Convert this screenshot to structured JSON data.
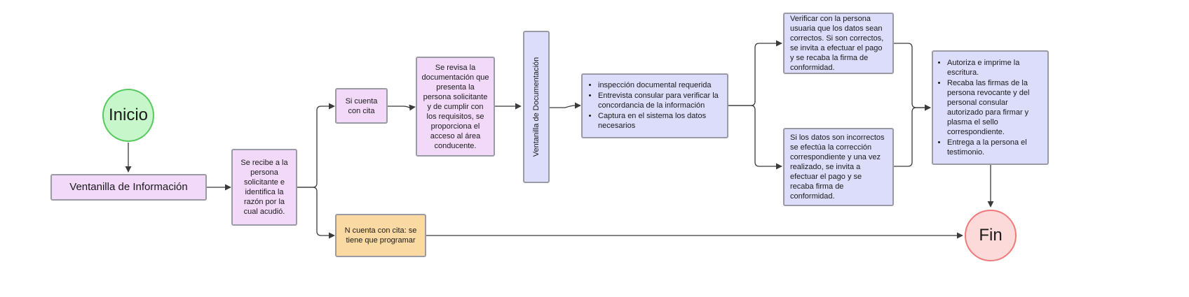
{
  "nodes": {
    "inicio": "Inicio",
    "ventanilla_info": "Ventanilla de Información",
    "recibe": "Se recibe a la persona solicitante e identifica la razón por la cual acudió.",
    "si_cita": "Si cuenta con cita",
    "no_cita": "N cuenta con cita: se tiene que programar",
    "revisa": "Se revisa la documentación que presenta la persona solicitante y de cumplir con los requisitos, se proporciona el acceso al área conducente.",
    "ventanilla_doc": "Ventanilla de Documentación",
    "inspeccion": [
      "inspección documental requerida",
      "Entrevista consular para verificar la concordancia de la información",
      "Captura en el sistema los datos necesarios"
    ],
    "verificar": "Verificar con la persona usuaria que los datos sean correctos. Si son correctos, se invita a efectuar el pago y se recaba la firma de conformidad.",
    "incorrectos": "Si los datos son incorrectos se efectúa la corrección correspondiente y una vez realizado, se invita a efectuar el pago y se recaba firma de conformidad.",
    "autoriza": [
      "Autoriza e imprime la escritura.",
      "Recaba las firmas de la persona revocante y del personal consular autorizado para firmar y plasma el sello correspondiente.",
      "Entrega a la persona el testimonio."
    ],
    "fin": "Fin"
  },
  "colors": {
    "start_fill": "#c6f6c9",
    "start_border": "#56c95f",
    "end_fill": "#fcdada",
    "end_border": "#f07a7a",
    "pink_fill": "#f2d9f9",
    "lavender_fill": "#dcdcfb",
    "peach_fill": "#fbd9a3",
    "edge": "#3a3a3a"
  }
}
